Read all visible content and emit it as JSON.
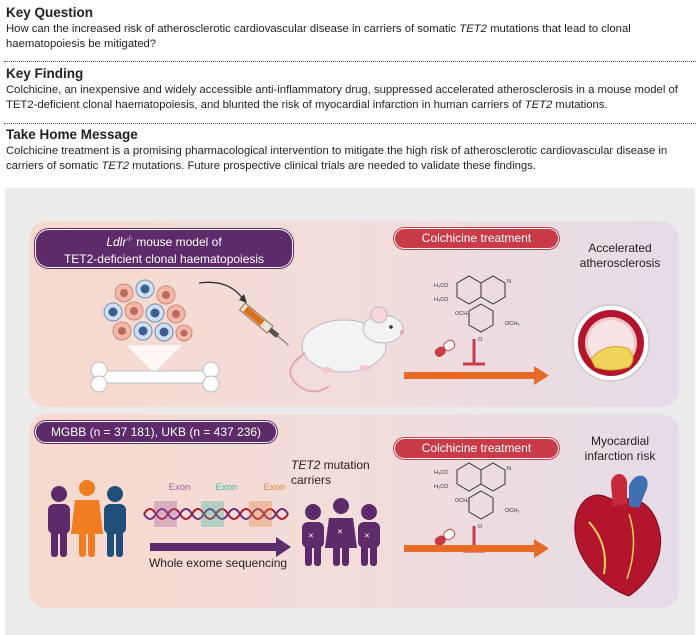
{
  "key_question": {
    "heading": "Key Question",
    "text_a": "How can the increased risk of atherosclerotic cardiovascular disease in carriers of somatic ",
    "gene": "TET2",
    "text_b": " mutations that lead to clonal haematopoiesis be mitigated?"
  },
  "key_finding": {
    "heading": "Key Finding",
    "text_a": "Colchicine, an inexpensive and widely accessible anti-inflammatory drug, suppressed accelerated atherosclerosis in a mouse model of TET2-deficient clonal haematopoiesis, and blunted the risk of myocardial infarction in human carriers of ",
    "gene": "TET2",
    "text_b": " mutations."
  },
  "take_home": {
    "heading": "Take Home Message",
    "text_a": "Colchicine treatment is a promising pharmacological intervention to mitigate the high risk of atherosclerotic cardiovascular disease in carriers of somatic ",
    "gene": "TET2",
    "text_b": " mutations. Future prospective clinical trials are needed to validate these findings."
  },
  "mouse_panel": {
    "model_gene": "Ldlr",
    "model_sup": "-/-",
    "model_line1_rest": " mouse model of",
    "model_line2": "TET2-deficient clonal haematopoiesis",
    "treatment": "Colchicine treatment",
    "outcome_line1": "Accelerated",
    "outcome_line2": "atherosclerosis"
  },
  "human_panel": {
    "cohorts": "MGBB (n = 37 181), UKB (n = 437 236)",
    "exon_labels": [
      "Exon",
      "Exon",
      "Exon"
    ],
    "sequencing": "Whole exome sequencing",
    "carriers_gene": "TET2",
    "carriers_rest": " mutation",
    "carriers_line2": "carriers",
    "treatment": "Colchicine treatment",
    "outcome_line1": "Myocardial",
    "outcome_line2": "infarction risk"
  },
  "colors": {
    "purple": "#5d2a6a",
    "red": "#c83b47",
    "orange": "#f07d21",
    "navy": "#1f4e79"
  }
}
